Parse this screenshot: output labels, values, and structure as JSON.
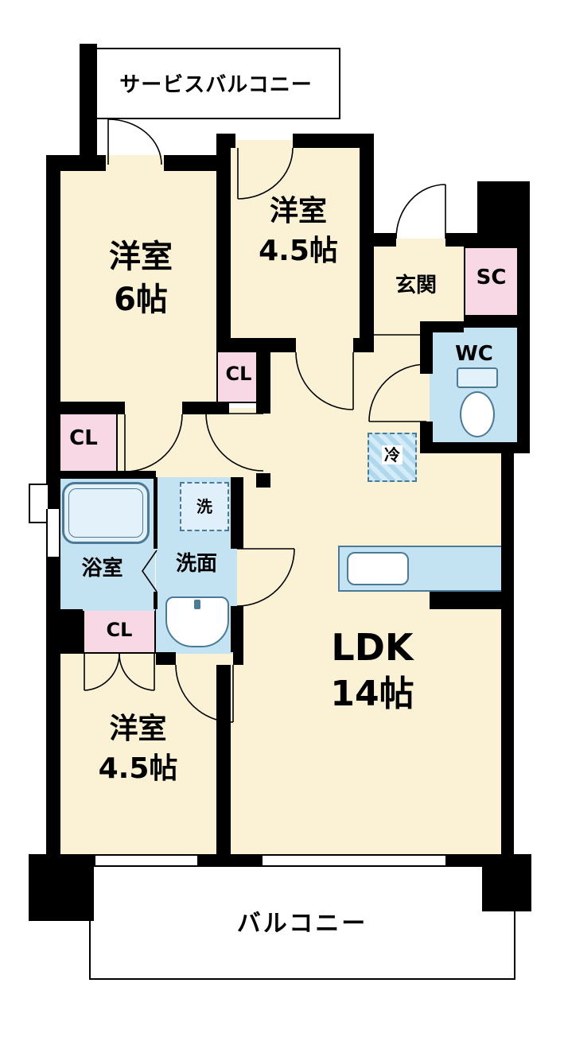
{
  "floorplan": {
    "labels": {
      "service_balcony": "サービスバルコニー",
      "bedroom6_name": "洋室",
      "bedroom6_size": "6帖",
      "bedroom45_top_name": "洋室",
      "bedroom45_top_size": "4.5帖",
      "entrance": "玄関",
      "shoe_closet": "SC",
      "toilet": "WC",
      "closet_top": "CL",
      "closet_left": "CL",
      "closet_bottom": "CL",
      "refrigerator": "冷",
      "bathroom": "浴室",
      "washer": "洗",
      "washroom": "洗面",
      "ldk_name": "LDK",
      "ldk_size": "14帖",
      "bedroom45_bottom_name": "洋室",
      "bedroom45_bottom_size": "4.5帖",
      "balcony": "バルコニー"
    },
    "colors": {
      "room_floor": "#FBF2D6",
      "closet_pink": "#F8D8E4",
      "water_blue": "#C3E2F2",
      "fixture_outline": "#4A7A96",
      "wall": "#000000",
      "background": "#FFFFFF"
    }
  }
}
